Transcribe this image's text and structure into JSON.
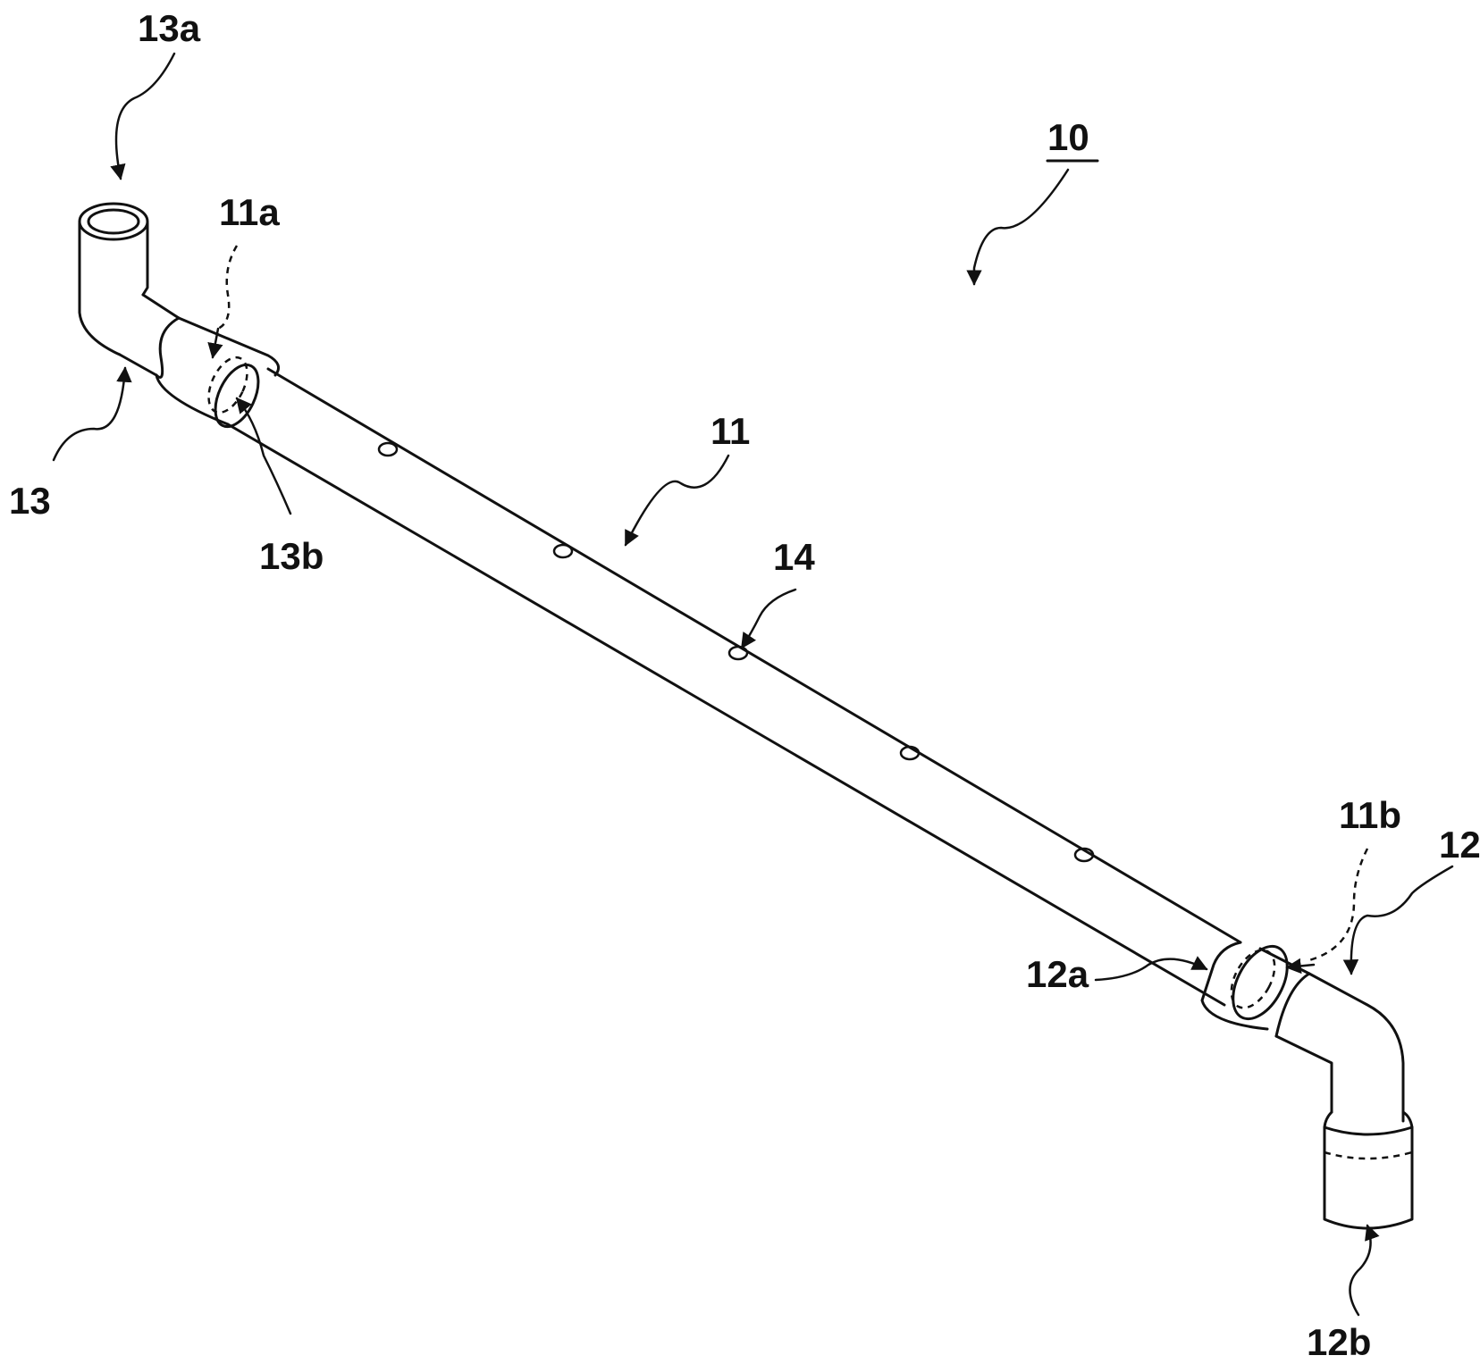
{
  "labels": {
    "assembly": "10",
    "pipe": "11",
    "pipe_end_a": "11a",
    "pipe_end_b": "11b",
    "elbow_right": "12",
    "elbow_right_a": "12a",
    "elbow_right_b": "12b",
    "elbow_left": "13",
    "elbow_left_a": "13a",
    "elbow_left_b": "13b",
    "hole": "14"
  }
}
